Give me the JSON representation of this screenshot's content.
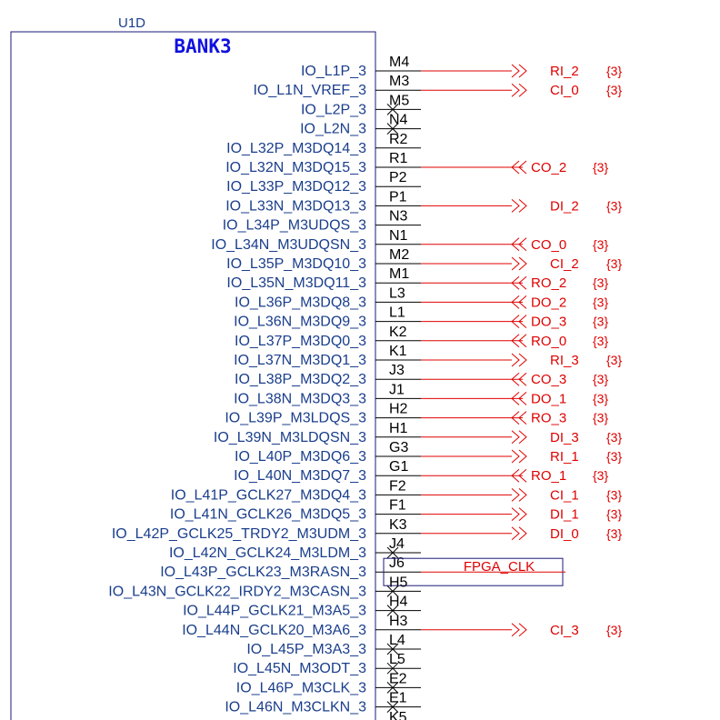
{
  "component": {
    "refdes": "U1D",
    "bank": "BANK3"
  },
  "pins": [
    {
      "signal": "IO_L1P_3",
      "pin": "M4",
      "net": "RI_2",
      "ref": "{3}",
      "dir": "out"
    },
    {
      "signal": "IO_L1N_VREF_3",
      "pin": "M3",
      "net": "CI_0",
      "ref": "{3}",
      "dir": "out"
    },
    {
      "signal": "IO_L2P_3",
      "pin": "M5",
      "net": "",
      "ref": "",
      "dir": "nc"
    },
    {
      "signal": "IO_L2N_3",
      "pin": "N4",
      "net": "",
      "ref": "",
      "dir": "nc"
    },
    {
      "signal": "IO_L32P_M3DQ14_3",
      "pin": "R2",
      "net": "",
      "ref": "",
      "dir": "none"
    },
    {
      "signal": "IO_L32N_M3DQ15_3",
      "pin": "R1",
      "net": "CO_2",
      "ref": "{3}",
      "dir": "in"
    },
    {
      "signal": "IO_L33P_M3DQ12_3",
      "pin": "P2",
      "net": "",
      "ref": "",
      "dir": "none"
    },
    {
      "signal": "IO_L33N_M3DQ13_3",
      "pin": "P1",
      "net": "DI_2",
      "ref": "{3}",
      "dir": "out"
    },
    {
      "signal": "IO_L34P_M3UDQS_3",
      "pin": "N3",
      "net": "",
      "ref": "",
      "dir": "none"
    },
    {
      "signal": "IO_L34N_M3UDQSN_3",
      "pin": "N1",
      "net": "CO_0",
      "ref": "{3}",
      "dir": "in"
    },
    {
      "signal": "IO_L35P_M3DQ10_3",
      "pin": "M2",
      "net": "CI_2",
      "ref": "{3}",
      "dir": "out"
    },
    {
      "signal": "IO_L35N_M3DQ11_3",
      "pin": "M1",
      "net": "RO_2",
      "ref": "{3}",
      "dir": "in"
    },
    {
      "signal": "IO_L36P_M3DQ8_3",
      "pin": "L3",
      "net": "DO_2",
      "ref": "{3}",
      "dir": "in"
    },
    {
      "signal": "IO_L36N_M3DQ9_3",
      "pin": "L1",
      "net": "DO_3",
      "ref": "{3}",
      "dir": "in"
    },
    {
      "signal": "IO_L37P_M3DQ0_3",
      "pin": "K2",
      "net": "RO_0",
      "ref": "{3}",
      "dir": "in"
    },
    {
      "signal": "IO_L37N_M3DQ1_3",
      "pin": "K1",
      "net": "RI_3",
      "ref": "{3}",
      "dir": "out"
    },
    {
      "signal": "IO_L38P_M3DQ2_3",
      "pin": "J3",
      "net": "CO_3",
      "ref": "{3}",
      "dir": "in"
    },
    {
      "signal": "IO_L38N_M3DQ3_3",
      "pin": "J1",
      "net": "DO_1",
      "ref": "{3}",
      "dir": "in"
    },
    {
      "signal": "IO_L39P_M3LDQS_3",
      "pin": "H2",
      "net": "RO_3",
      "ref": "{3}",
      "dir": "in"
    },
    {
      "signal": "IO_L39N_M3LDQSN_3",
      "pin": "H1",
      "net": "DI_3",
      "ref": "{3}",
      "dir": "out"
    },
    {
      "signal": "IO_L40P_M3DQ6_3",
      "pin": "G3",
      "net": "RI_1",
      "ref": "{3}",
      "dir": "out"
    },
    {
      "signal": "IO_L40N_M3DQ7_3",
      "pin": "G1",
      "net": "RO_1",
      "ref": "{3}",
      "dir": "in"
    },
    {
      "signal": "IO_L41P_GCLK27_M3DQ4_3",
      "pin": "F2",
      "net": "CI_1",
      "ref": "{3}",
      "dir": "out"
    },
    {
      "signal": "IO_L41N_GCLK26_M3DQ5_3",
      "pin": "F1",
      "net": "DI_1",
      "ref": "{3}",
      "dir": "out"
    },
    {
      "signal": "IO_L42P_GCLK25_TRDY2_M3UDM_3",
      "pin": "K3",
      "net": "DI_0",
      "ref": "{3}",
      "dir": "out"
    },
    {
      "signal": "IO_L42N_GCLK24_M3LDM_3",
      "pin": "J4",
      "net": "",
      "ref": "",
      "dir": "nc"
    },
    {
      "signal": "IO_L43P_GCLK23_M3RASN_3",
      "pin": "J6",
      "net": "FPGA_CLK",
      "ref": "",
      "dir": "clk"
    },
    {
      "signal": "IO_L43N_GCLK22_IRDY2_M3CASN_3",
      "pin": "H5",
      "net": "",
      "ref": "",
      "dir": "nc"
    },
    {
      "signal": "IO_L44P_GCLK21_M3A5_3",
      "pin": "H4",
      "net": "",
      "ref": "",
      "dir": "nc"
    },
    {
      "signal": "IO_L44N_GCLK20_M3A6_3",
      "pin": "H3",
      "net": "CI_3",
      "ref": "{3}",
      "dir": "out"
    },
    {
      "signal": "IO_L45P_M3A3_3",
      "pin": "L4",
      "net": "",
      "ref": "",
      "dir": "nc"
    },
    {
      "signal": "IO_L45N_M3ODT_3",
      "pin": "L5",
      "net": "",
      "ref": "",
      "dir": "nc"
    },
    {
      "signal": "IO_L46P_M3CLK_3",
      "pin": "E2",
      "net": "",
      "ref": "",
      "dir": "nc"
    },
    {
      "signal": "IO_L46N_M3CLKN_3",
      "pin": "E1",
      "net": "",
      "ref": "",
      "dir": "nc"
    },
    {
      "signal": "",
      "pin": "K5",
      "net": "",
      "ref": "",
      "dir": "nc"
    }
  ],
  "colors": {
    "net": "#e00000",
    "signal": "#1a3e8c",
    "bank": "#1010e0",
    "pin": "#000000"
  }
}
